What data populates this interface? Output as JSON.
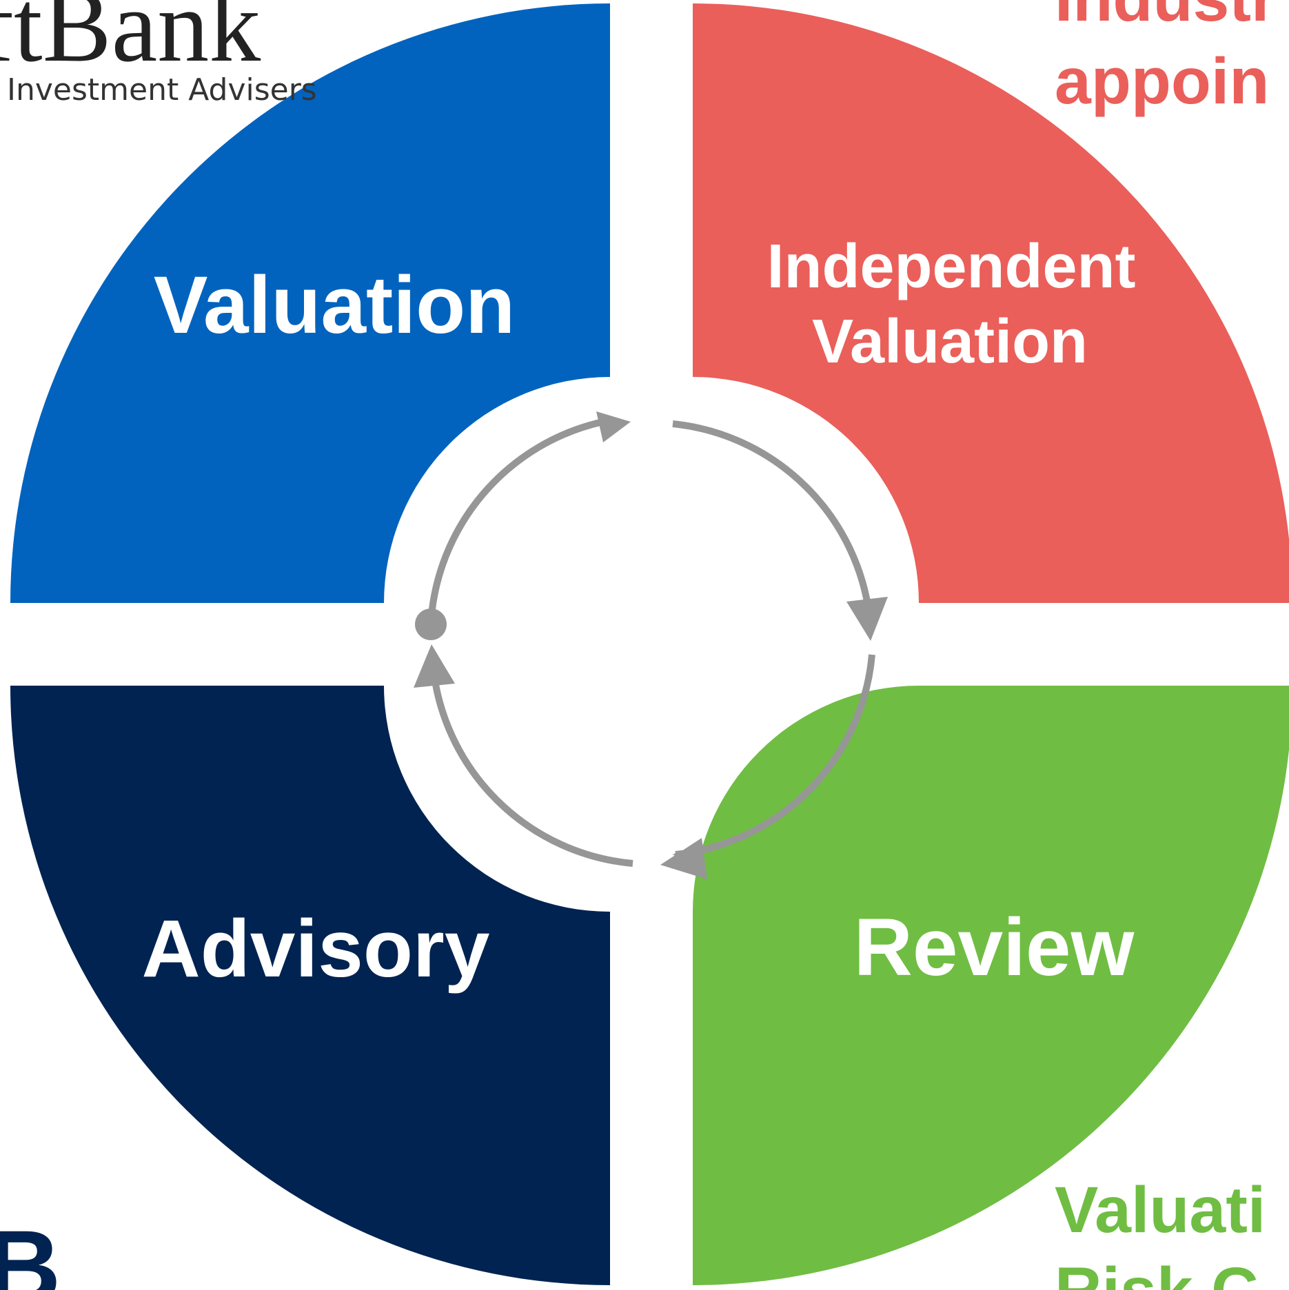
{
  "logo": {
    "name": "ftBank",
    "subtitle": "Investment Advisers"
  },
  "corners": {
    "top_right": [
      "Industr",
      "appoin"
    ],
    "bottom_right": [
      "Valuati",
      "Risk C"
    ],
    "bottom_left": "B"
  },
  "segments": {
    "top_left": {
      "label": "Valuation"
    },
    "top_right": {
      "label_line1": "Independent",
      "label_line2": "Valuation"
    },
    "bottom_left": {
      "label": "Advisory"
    },
    "bottom_right": {
      "label": "Review"
    }
  },
  "colors": {
    "top_left": "#0263be",
    "top_right": "#ea5f5a",
    "bottom_left": "#012351",
    "bottom_right": "#70bd43",
    "arrows": "#969696"
  },
  "icons": {
    "cycle": "circular-arrows-icon"
  }
}
